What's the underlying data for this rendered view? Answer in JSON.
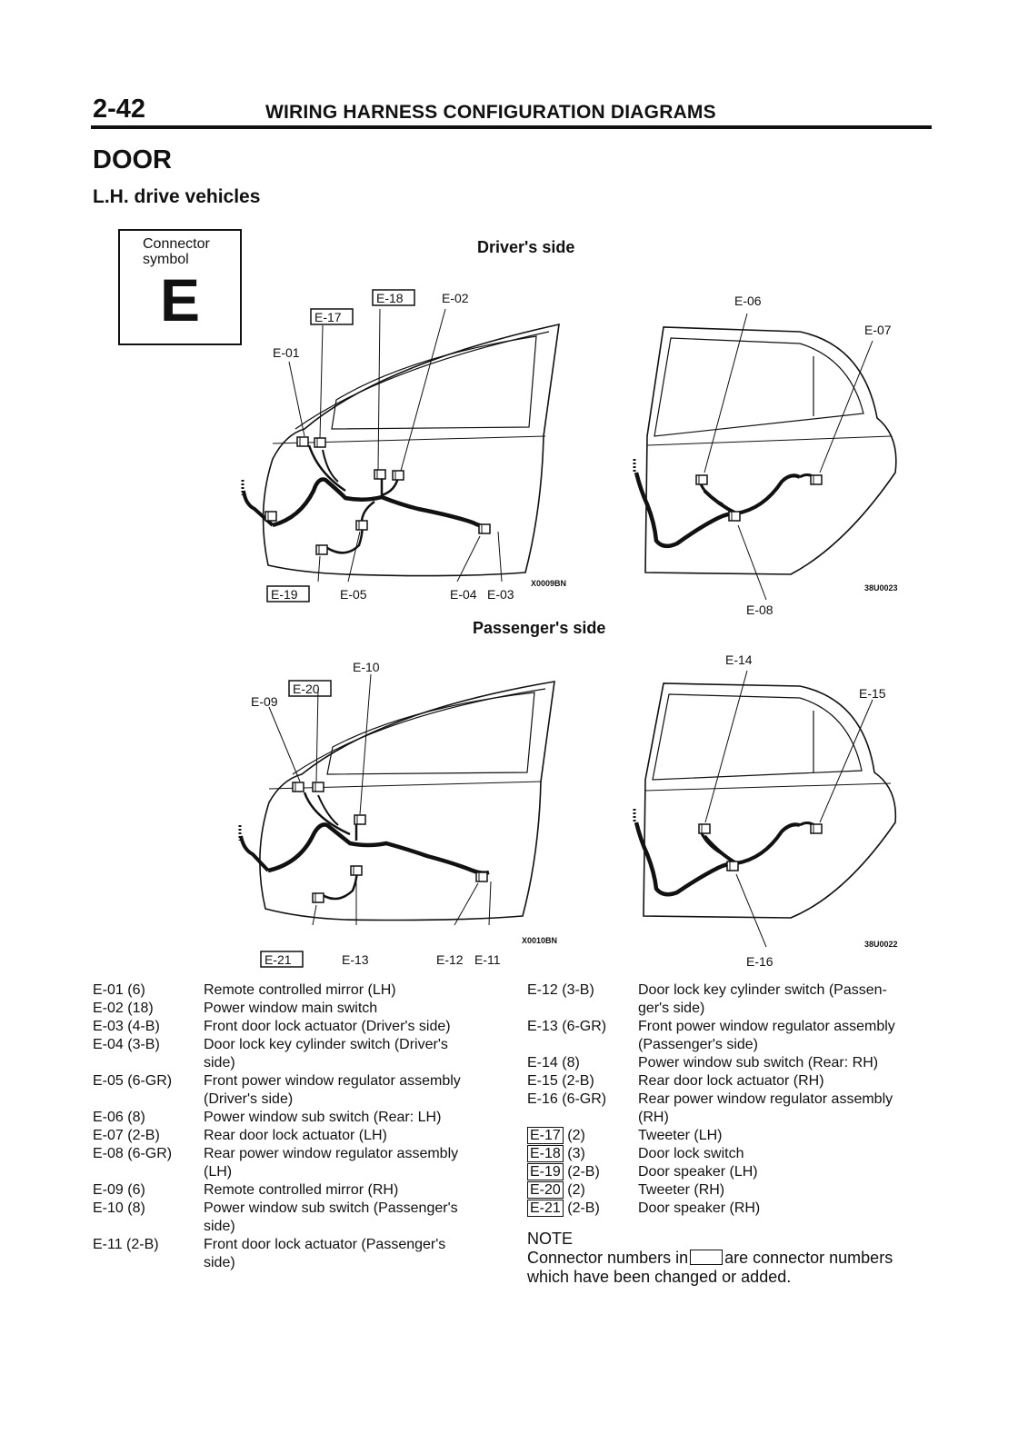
{
  "header": {
    "page_number": "2-42",
    "title": "WIRING HARNESS CONFIGURATION DIAGRAMS"
  },
  "section_title": "DOOR",
  "subsection_title": "L.H. drive vehicles",
  "connector_symbol": {
    "caption_line1": "Connector",
    "caption_line2": "symbol",
    "letter": "E"
  },
  "drivers_side": {
    "title": "Driver's side",
    "front_labels": {
      "e18": "E-18",
      "e02": "E-02",
      "e17": "E-17",
      "e01": "E-01",
      "e19": "E-19",
      "e05": "E-05",
      "e04": "E-04",
      "e03": "E-03",
      "code": "X0009BN"
    },
    "rear_labels": {
      "e06": "E-06",
      "e07": "E-07",
      "e08": "E-08",
      "code": "38U0023"
    }
  },
  "passengers_side": {
    "title": "Passenger's side",
    "front_labels": {
      "e10": "E-10",
      "e20": "E-20",
      "e09": "E-09",
      "e21": "E-21",
      "e13": "E-13",
      "e12": "E-12",
      "e11": "E-11",
      "code": "X0010BN"
    },
    "rear_labels": {
      "e14": "E-14",
      "e15": "E-15",
      "e16": "E-16",
      "code": "38U0022"
    }
  },
  "legend_left": [
    {
      "code": "E-01 (6)",
      "desc": [
        "Remote controlled mirror (LH)"
      ]
    },
    {
      "code": "E-02 (18)",
      "desc": [
        "Power window main switch"
      ]
    },
    {
      "code": "E-03 (4-B)",
      "desc": [
        "Front door lock actuator (Driver's side)"
      ]
    },
    {
      "code": "E-04 (3-B)",
      "desc": [
        "Door lock key cylinder switch (Driver's",
        "side)"
      ]
    },
    {
      "code": "E-05 (6-GR)",
      "desc": [
        "Front power window regulator assembly",
        "(Driver's side)"
      ]
    },
    {
      "code": "E-06 (8)",
      "desc": [
        "Power window sub switch (Rear: LH)"
      ]
    },
    {
      "code": "E-07 (2-B)",
      "desc": [
        "Rear door lock actuator (LH)"
      ]
    },
    {
      "code": "E-08 (6-GR)",
      "desc": [
        "Rear power window regulator assembly",
        "(LH)"
      ]
    },
    {
      "code": "E-09 (6)",
      "desc": [
        "Remote controlled mirror (RH)"
      ]
    },
    {
      "code": "E-10 (8)",
      "desc": [
        "Power window sub switch (Passenger's",
        "side)"
      ]
    },
    {
      "code": "E-11 (2-B)",
      "desc": [
        "Front door lock actuator (Passenger's",
        "side)"
      ]
    }
  ],
  "legend_right": [
    {
      "code": "E-12 (3-B)",
      "desc": [
        "Door lock key cylinder switch (Passen-",
        "ger's side)"
      ]
    },
    {
      "code": "E-13 (6-GR)",
      "desc": [
        "Front power window regulator assembly",
        "(Passenger's side)"
      ]
    },
    {
      "code": "E-14 (8)",
      "desc": [
        "Power window sub switch (Rear: RH)"
      ]
    },
    {
      "code": "E-15 (2-B)",
      "desc": [
        "Rear door lock actuator (RH)"
      ]
    },
    {
      "code": "E-16 (6-GR)",
      "desc": [
        "Rear power window regulator assembly",
        "(RH)"
      ]
    },
    {
      "code": "E-17",
      "suffix": " (2)",
      "boxed": true,
      "desc": [
        "Tweeter (LH)"
      ]
    },
    {
      "code": "E-18",
      "suffix": " (3)",
      "boxed": true,
      "desc": [
        "Door lock switch"
      ]
    },
    {
      "code": "E-19",
      "suffix": " (2-B)",
      "boxed": true,
      "desc": [
        "Door speaker (LH)"
      ]
    },
    {
      "code": "E-20",
      "suffix": " (2)",
      "boxed": true,
      "desc": [
        "Tweeter (RH)"
      ]
    },
    {
      "code": "E-21",
      "suffix": " (2-B)",
      "boxed": true,
      "desc": [
        "Door speaker (RH)"
      ]
    }
  ],
  "note": {
    "heading": "NOTE",
    "text_before": "Connector numbers in",
    "text_after": "are connector numbers which have been changed or added."
  }
}
